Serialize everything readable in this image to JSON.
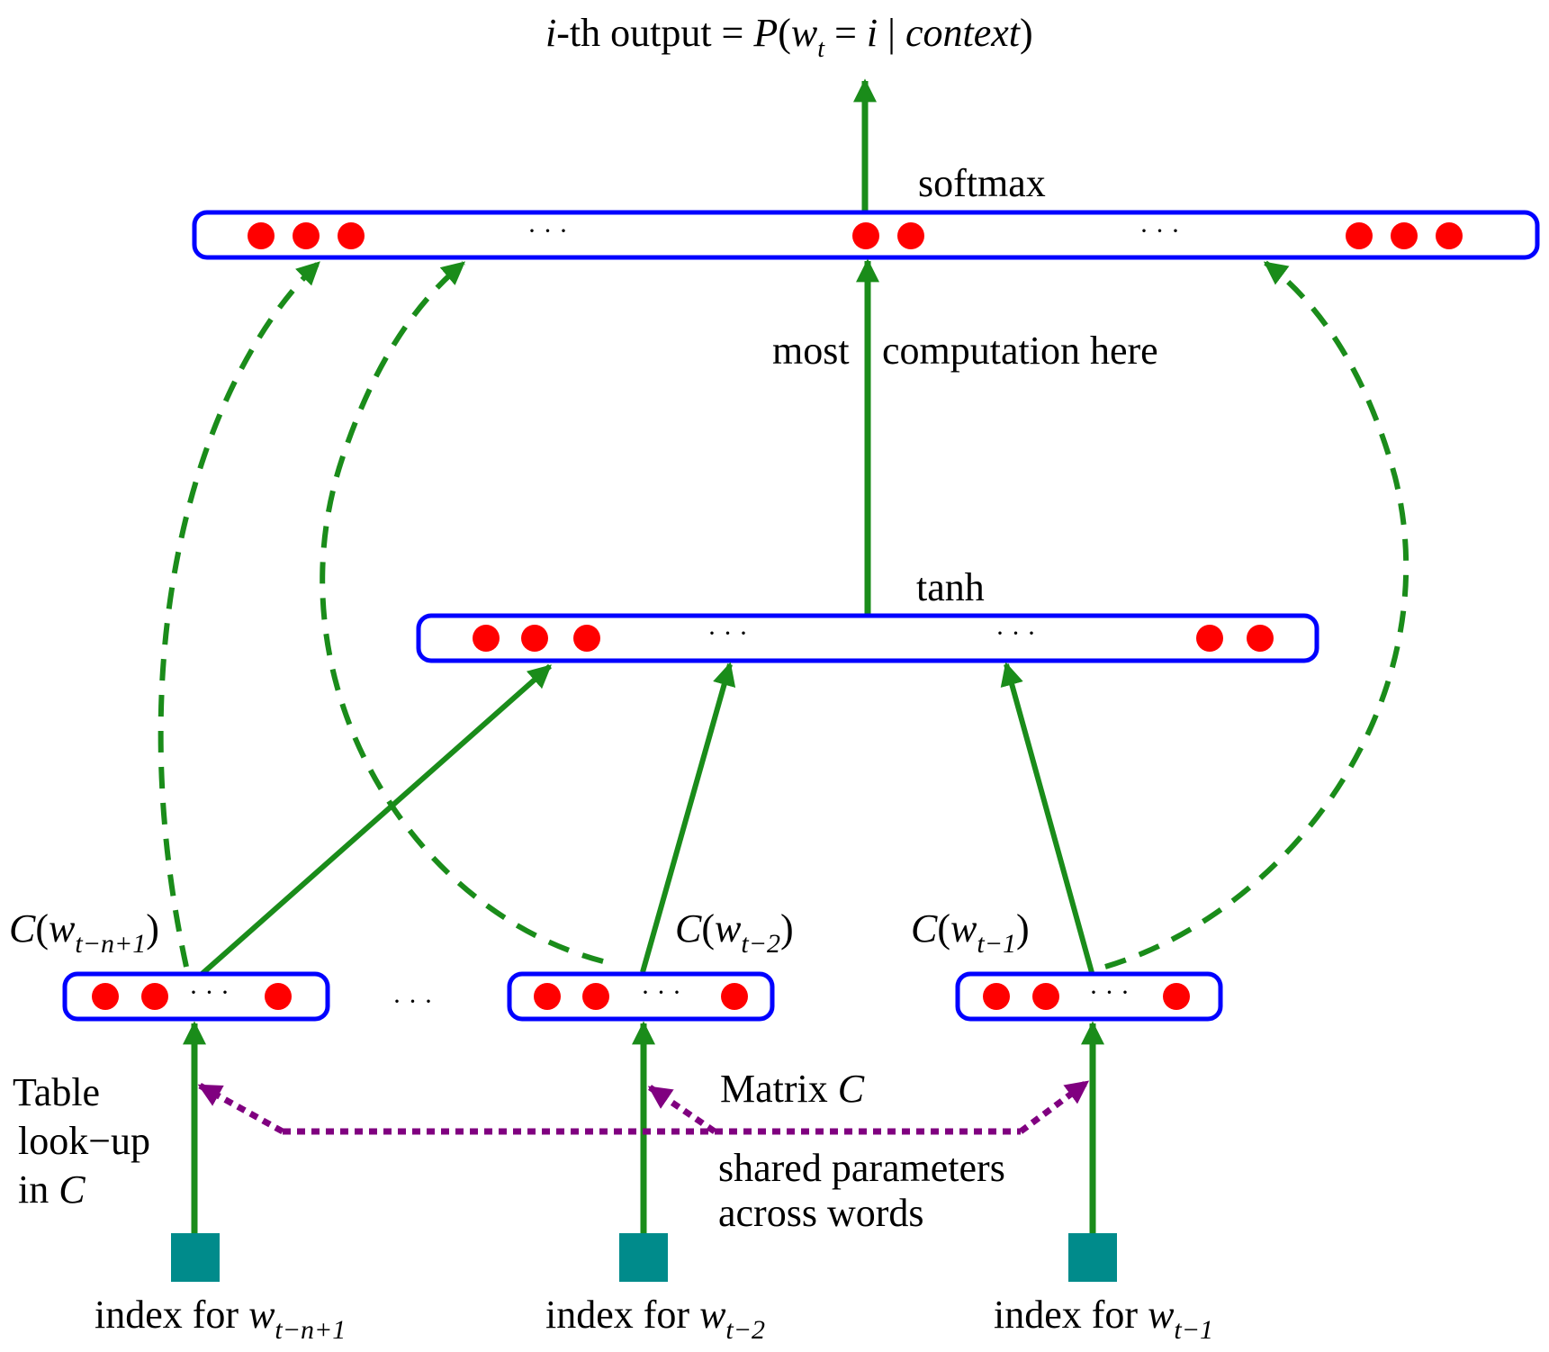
{
  "colors": {
    "layer_border": "#0000ff",
    "unit": "#ff0000",
    "arrow": "#1a8c1a",
    "shared_link": "#800080",
    "index_box": "#008b8b",
    "text": "#000000"
  },
  "top_label": {
    "prefix_i": "i",
    "prefix_rest": "-th output = ",
    "P": "P",
    "open": "(",
    "w": "w",
    "w_sub": "t",
    "eq": " = ",
    "i": "i",
    "bar": " | ",
    "context": "context",
    "close": ")"
  },
  "softmax_layer": {
    "label": "softmax",
    "dots": [
      "· · ·",
      "· · ·"
    ]
  },
  "middle_text": {
    "most": "most",
    "computation": "computation here"
  },
  "tanh_layer": {
    "label": "tanh",
    "dots": [
      "· · ·",
      "· · ·"
    ]
  },
  "feature_vectors": [
    {
      "C": "C",
      "open": "(",
      "w": "w",
      "sub": "t−n+1",
      "close": ")",
      "dots": "· · ·"
    },
    {
      "C": "C",
      "open": "(",
      "w": "w",
      "sub": "t−2",
      "close": ")",
      "dots": "· · ·"
    },
    {
      "C": "C",
      "open": "(",
      "w": "w",
      "sub": "t−1",
      "close": ")",
      "dots": "· · ·"
    }
  ],
  "between_dots": "· · ·",
  "lookup_label": [
    "Table",
    "look−up",
    "in "
  ],
  "lookup_C": "C",
  "matrix_label": {
    "text": "Matrix ",
    "C": "C"
  },
  "shared_label": [
    "shared parameters",
    "across words"
  ],
  "index_labels": [
    {
      "text": "index for ",
      "w": "w",
      "sub": "t−n+1"
    },
    {
      "text": "index for ",
      "w": "w",
      "sub": "t−2"
    },
    {
      "text": "index for ",
      "w": "w",
      "sub": "t−1"
    }
  ]
}
